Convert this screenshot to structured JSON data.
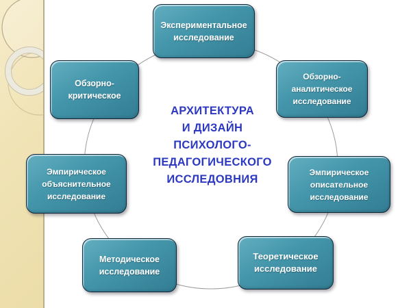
{
  "palette": {
    "background": "#ffffff",
    "node_fill": "#4496ab",
    "node_fill_dark": "#337d93",
    "node_border": "#0f2437",
    "node_text": "#ffffff",
    "title_text": "#2c38c0",
    "sidebar_beige": "#f0e3b5",
    "connector_gray": "#9c9c9c"
  },
  "title": {
    "text": "АРХИТЕКТУРА\nИ ДИЗАЙН\nПСИХОЛОГО-\nПЕДАГОГИЧЕСКОГО\nИССЛЕДОВНИЯ"
  },
  "nodes": [
    {
      "id": "experimental",
      "text": "Экспериментальное\nисследование"
    },
    {
      "id": "review-critical",
      "text": "Обзорно-\nкритическое"
    },
    {
      "id": "review-analytical",
      "text": "Обзорно-\nаналитическое\nисследование"
    },
    {
      "id": "empirical-explanatory",
      "text": "Эмпирическое\nобъяснительное\nисследование"
    },
    {
      "id": "empirical-descriptive",
      "text": "Эмпирическое\nописательное\nисследование"
    },
    {
      "id": "methodological",
      "text": "Методическое\nисследование"
    },
    {
      "id": "theoretical",
      "text": "Теоретическое\nисследование"
    }
  ]
}
